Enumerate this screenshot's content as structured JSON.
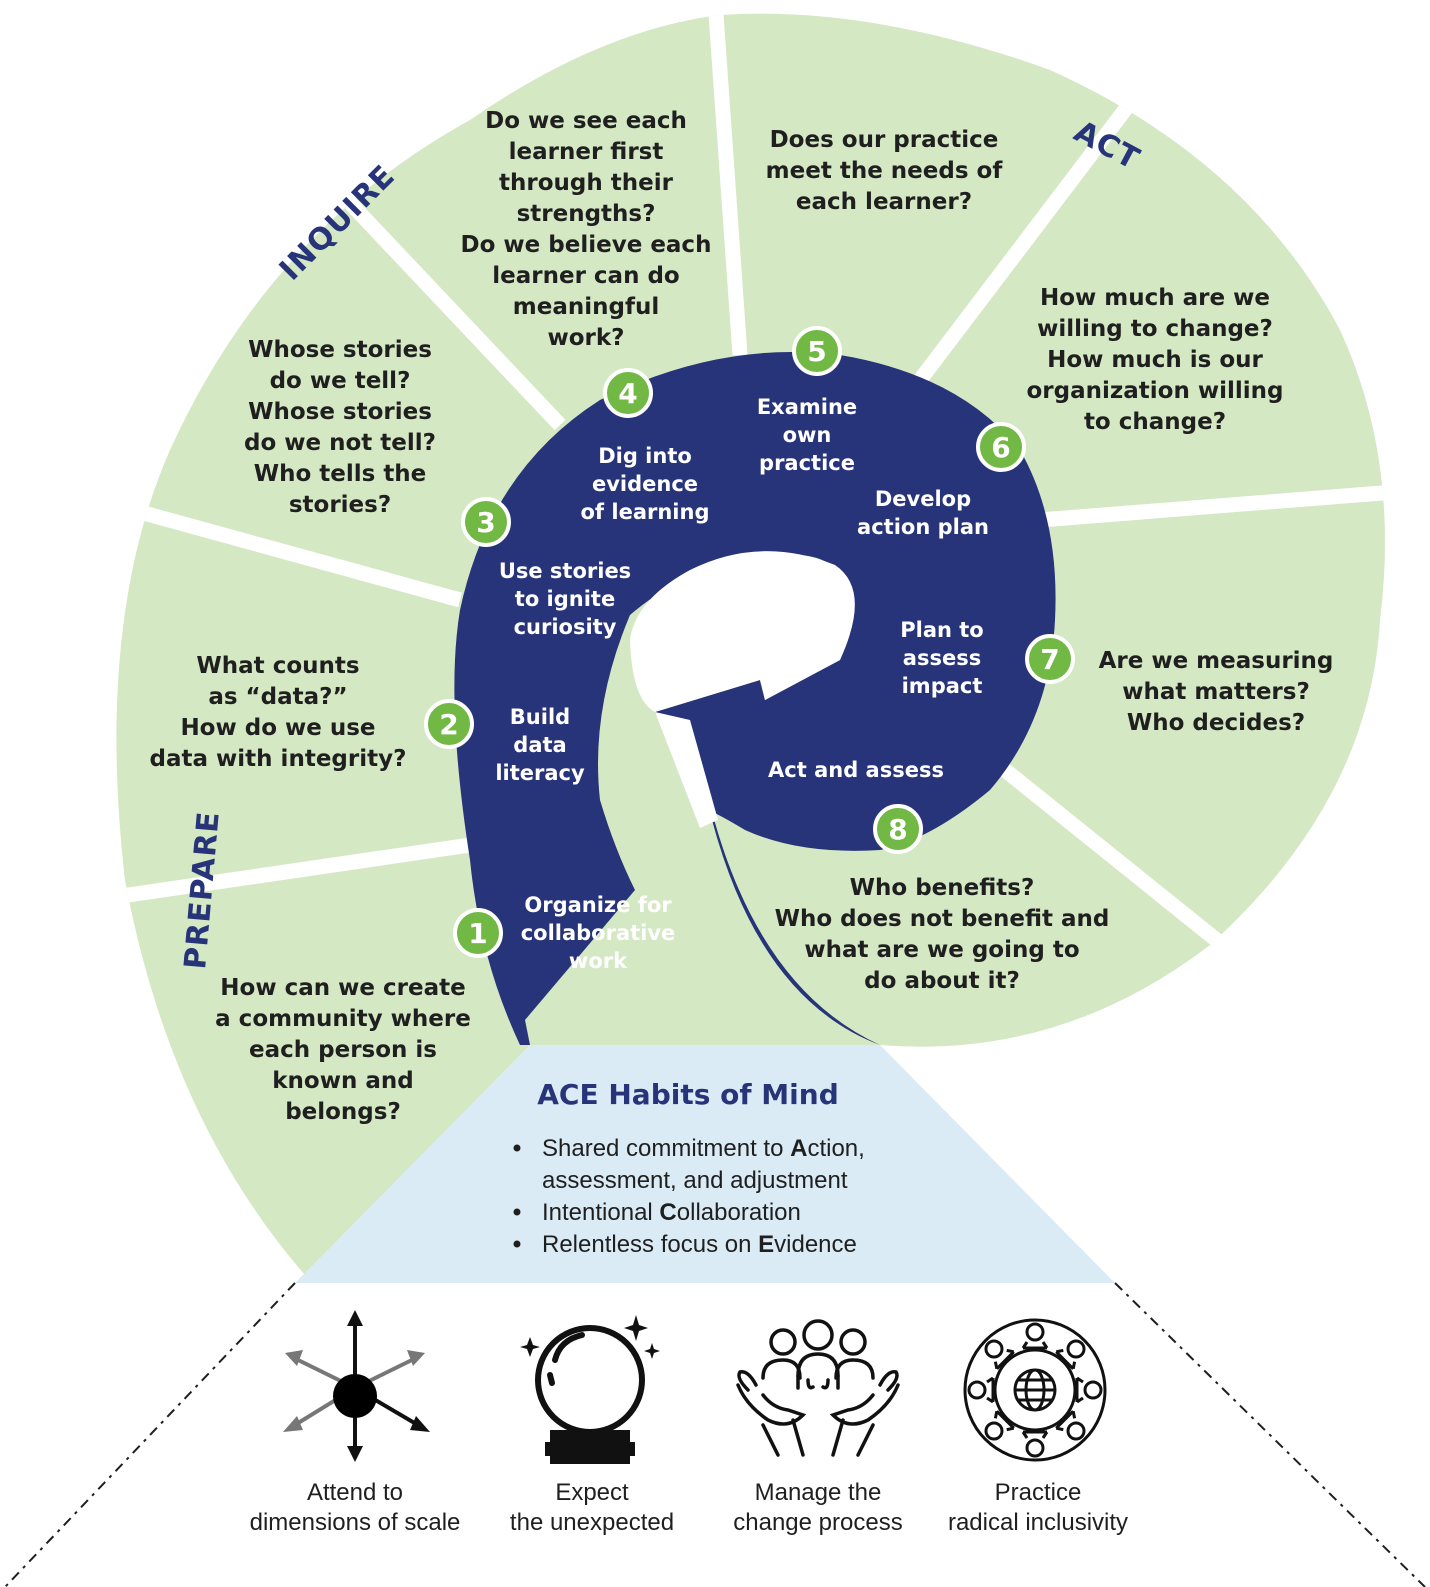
{
  "colors": {
    "segment": "#d5e8c4",
    "spiral": "#283479",
    "badge": "#72b845",
    "habits_bg": "#daebf5",
    "phase_text": "#283479"
  },
  "phases": {
    "prepare": "PREPARE",
    "inquire": "INQUIRE",
    "act": "ACT"
  },
  "questions": [
    [
      "How can we create",
      "a community where",
      "each person is",
      "known and",
      "belongs?"
    ],
    [
      "What counts",
      "as “data?”",
      "How do we use",
      "data with integrity?"
    ],
    [
      "Whose stories",
      "do we tell?",
      "Whose stories",
      "do we not tell?",
      "Who tells the",
      "stories?"
    ],
    [
      "Do we see each",
      "learner first",
      "through their",
      "strengths?",
      "Do we believe each",
      "learner can do",
      "meaningful",
      "work?"
    ],
    [
      "Does our practice",
      "meet the needs of",
      "each learner?"
    ],
    [
      "How much are we",
      "willing to change?",
      "How much is our",
      "organization willing",
      "to change?"
    ],
    [
      "Are we measuring",
      "what matters?",
      "Who decides?"
    ],
    [
      "Who benefits?",
      "Who does not benefit and",
      "what are we going to",
      "do about it?"
    ]
  ],
  "steps": [
    {
      "num": "1",
      "lines": [
        "Organize for",
        "collaborative",
        "work"
      ]
    },
    {
      "num": "2",
      "lines": [
        "Build",
        "data",
        "literacy"
      ]
    },
    {
      "num": "3",
      "lines": [
        "Use stories",
        "to ignite",
        "curiosity"
      ]
    },
    {
      "num": "4",
      "lines": [
        "Dig into",
        "evidence",
        "of learning"
      ]
    },
    {
      "num": "5",
      "lines": [
        "Examine",
        "own",
        "practice"
      ]
    },
    {
      "num": "6",
      "lines": [
        "Develop",
        "action plan"
      ]
    },
    {
      "num": "7",
      "lines": [
        "Plan to",
        "assess",
        "impact"
      ]
    },
    {
      "num": "8",
      "lines": [
        "Act and assess"
      ]
    }
  ],
  "habits": {
    "title": "ACE Habits of Mind",
    "bullets": [
      {
        "pre": "Shared commitment to ",
        "bold": "A",
        "post": "ction,",
        "cont": "assessment, and adjustment"
      },
      {
        "pre": "Intentional ",
        "bold": "C",
        "post": "ollaboration",
        "cont": ""
      },
      {
        "pre": "Relentless focus on ",
        "bold": "E",
        "post": "vidence",
        "cont": ""
      }
    ]
  },
  "icons": [
    {
      "icon": "arrows-scale-icon",
      "lines": [
        "Attend to",
        "dimensions of scale"
      ]
    },
    {
      "icon": "crystal-ball-icon",
      "lines": [
        "Expect",
        "the unexpected"
      ]
    },
    {
      "icon": "people-hands-icon",
      "lines": [
        "Manage the",
        "change process"
      ]
    },
    {
      "icon": "inclusive-circle-icon",
      "lines": [
        "Practice",
        "radical inclusivity"
      ]
    }
  ]
}
